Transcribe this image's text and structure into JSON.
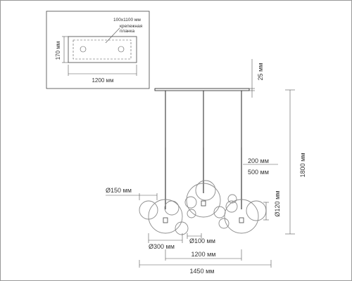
{
  "inset": {
    "plate_size": "100x1100 мм",
    "plate_label_line1": "крепежная",
    "plate_label_line2": "планка",
    "height_dim": "170 мм",
    "width_dim": "1200 мм"
  },
  "dimensions": {
    "canopy_thickness": "25 мм",
    "total_height": "1800 мм",
    "rod_200": "200 мм",
    "rod_500": "500 мм",
    "ball_150": "Ø150 мм",
    "ball_120": "Ø120 мм",
    "ball_300": "Ø300 мм",
    "ball_100": "Ø100 мм",
    "span_1200": "1200 мм",
    "span_1450": "1450 мм"
  }
}
